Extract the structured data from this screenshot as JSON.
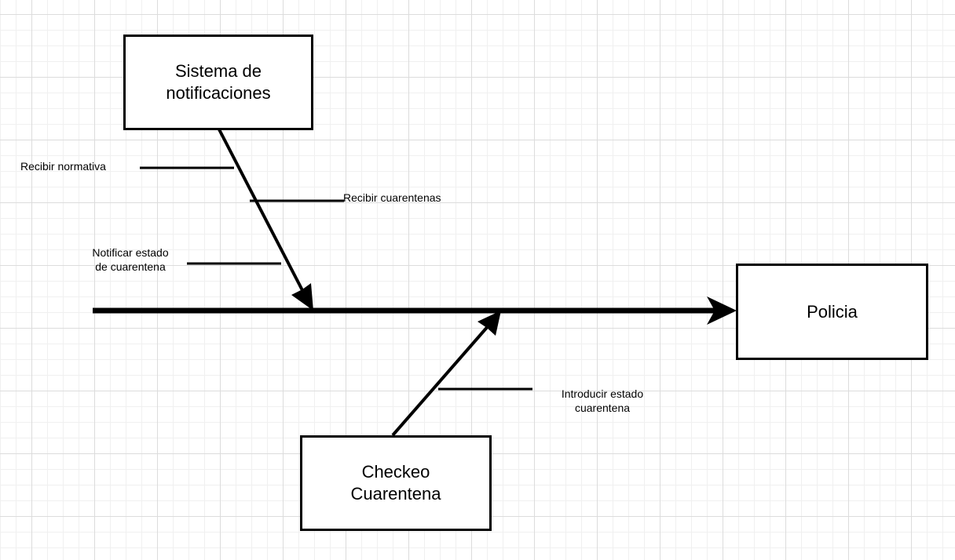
{
  "diagram": {
    "type": "fishbone",
    "nodes": {
      "notifications": {
        "label": "Sistema de\nnotificaciones"
      },
      "police": {
        "label": "Policia"
      },
      "check": {
        "label": "Checkeo\nCuarentena"
      }
    },
    "branch_labels": {
      "receive_regulation": "Recibir normativa",
      "receive_quarantines": "Recibir cuarentenas",
      "notify_state": "Notificar estado\nde cuarentena",
      "enter_state": "Introducir estado\ncuarentena"
    }
  },
  "colors": {
    "stroke": "#000000",
    "grid_major": "#dcdcdc",
    "grid_minor": "#f0f0f0",
    "background": "#ffffff"
  }
}
